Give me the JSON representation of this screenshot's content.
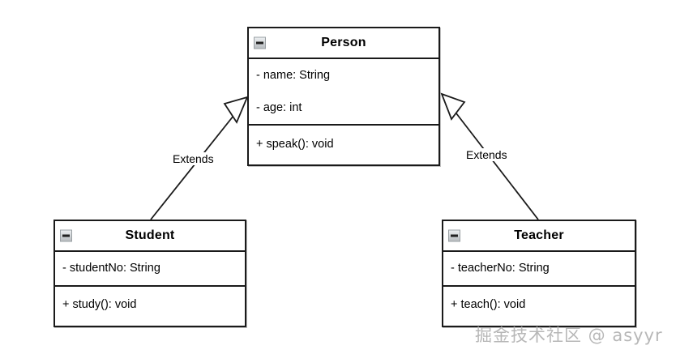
{
  "diagram": {
    "type": "uml-class-diagram",
    "background_color": "#ffffff",
    "line_color": "#1a1a1a",
    "classes": [
      {
        "id": "person",
        "name": "Person",
        "collapse_icon": "minus-box-icon",
        "attributes": [
          "- name: String",
          "- age: int"
        ],
        "methods": [
          "+ speak(): void"
        ]
      },
      {
        "id": "student",
        "name": "Student",
        "collapse_icon": "minus-box-icon",
        "attributes": [
          "- studentNo: String"
        ],
        "methods": [
          "+ study(): void"
        ]
      },
      {
        "id": "teacher",
        "name": "Teacher",
        "collapse_icon": "minus-box-icon",
        "attributes": [
          "- teacherNo: String"
        ],
        "methods": [
          "+ teach(): void"
        ]
      }
    ],
    "relationships": [
      {
        "id": "student-extends-person",
        "label": "Extends",
        "from": "Student",
        "to": "Person",
        "arrow": "hollow-triangle-generalization"
      },
      {
        "id": "teacher-extends-person",
        "label": "Extends",
        "from": "Teacher",
        "to": "Person",
        "arrow": "hollow-triangle-generalization"
      }
    ]
  },
  "watermark": {
    "text": "掘金技术社区 @ asyyr",
    "color": "#b7b7b7"
  }
}
